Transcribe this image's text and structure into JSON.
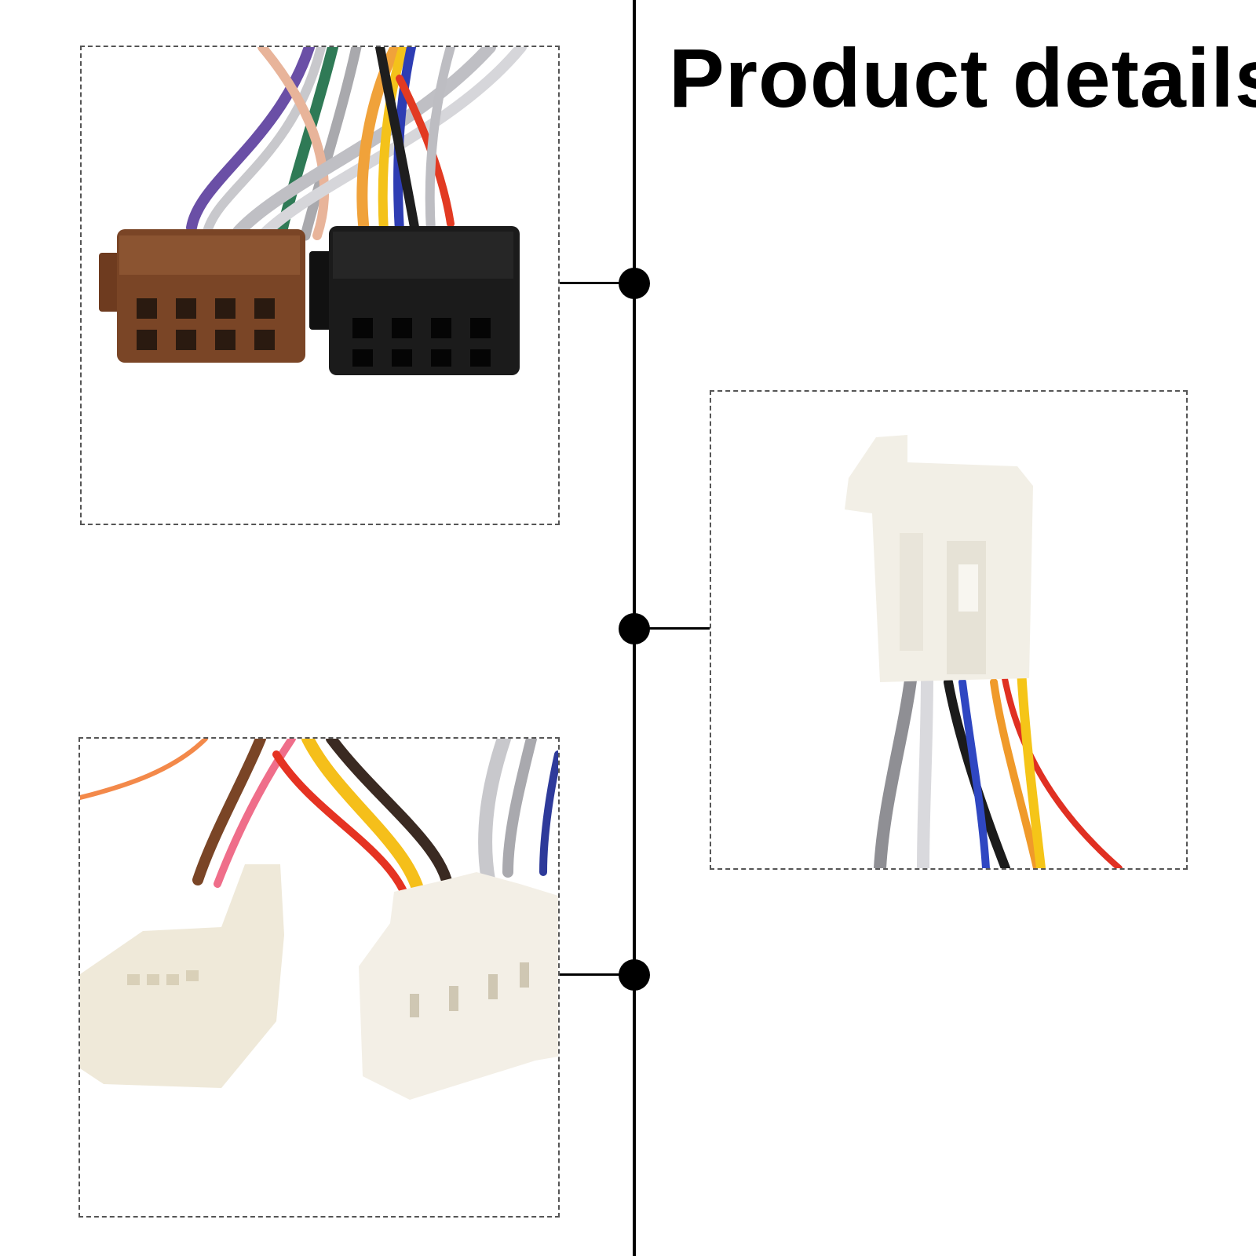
{
  "header": {
    "title": "Product details"
  },
  "panels": [
    {
      "name": "iso-connector-pair",
      "colors": [
        "#7a4526",
        "#1b1b1b"
      ]
    },
    {
      "name": "white-plug-side-view",
      "colors": [
        "#f2efe6"
      ]
    },
    {
      "name": "white-plug-pair",
      "colors": [
        "#efe9d9"
      ]
    }
  ]
}
